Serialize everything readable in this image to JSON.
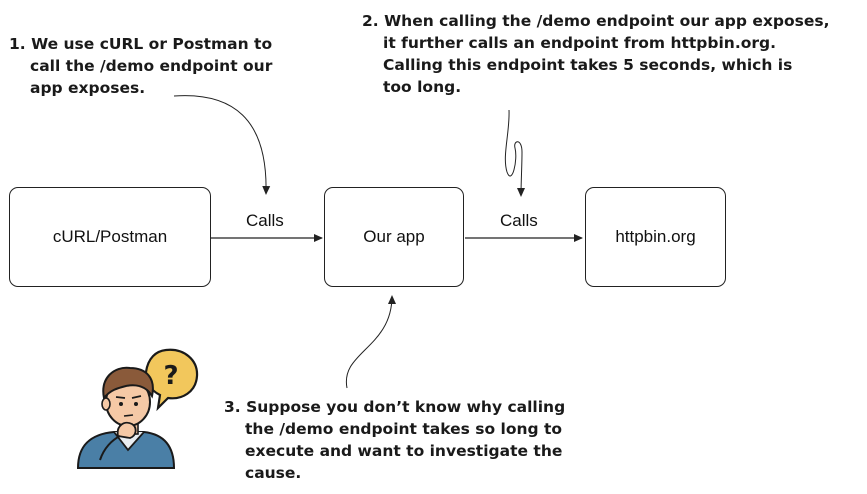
{
  "nodes": {
    "client": "cURL/Postman",
    "app": "Our app",
    "external": "httpbin.org"
  },
  "edges": {
    "client_to_app": "Calls",
    "app_to_external": "Calls"
  },
  "notes": {
    "note1": [
      "1. We use cURL or Postman to",
      "call the /demo endpoint our",
      "app exposes."
    ],
    "note2": [
      "2. When calling the /demo endpoint our app exposes,",
      "it further calls an endpoint from httpbin.org.",
      "Calling this endpoint takes 5 seconds, which is",
      "too long."
    ],
    "note3": [
      "3. Suppose you don’t know why calling",
      "the /demo endpoint takes so long to",
      "execute and want to investigate the",
      "cause."
    ]
  },
  "illustration": {
    "icon": "confused-developer-icon",
    "bubble_glyph": "?",
    "colors": {
      "bubble": "#f2c75c",
      "skin": "#f5c9a6",
      "hair": "#8a5a3a",
      "jacket": "#4a7fa6",
      "outline": "#1a1a1a"
    }
  }
}
